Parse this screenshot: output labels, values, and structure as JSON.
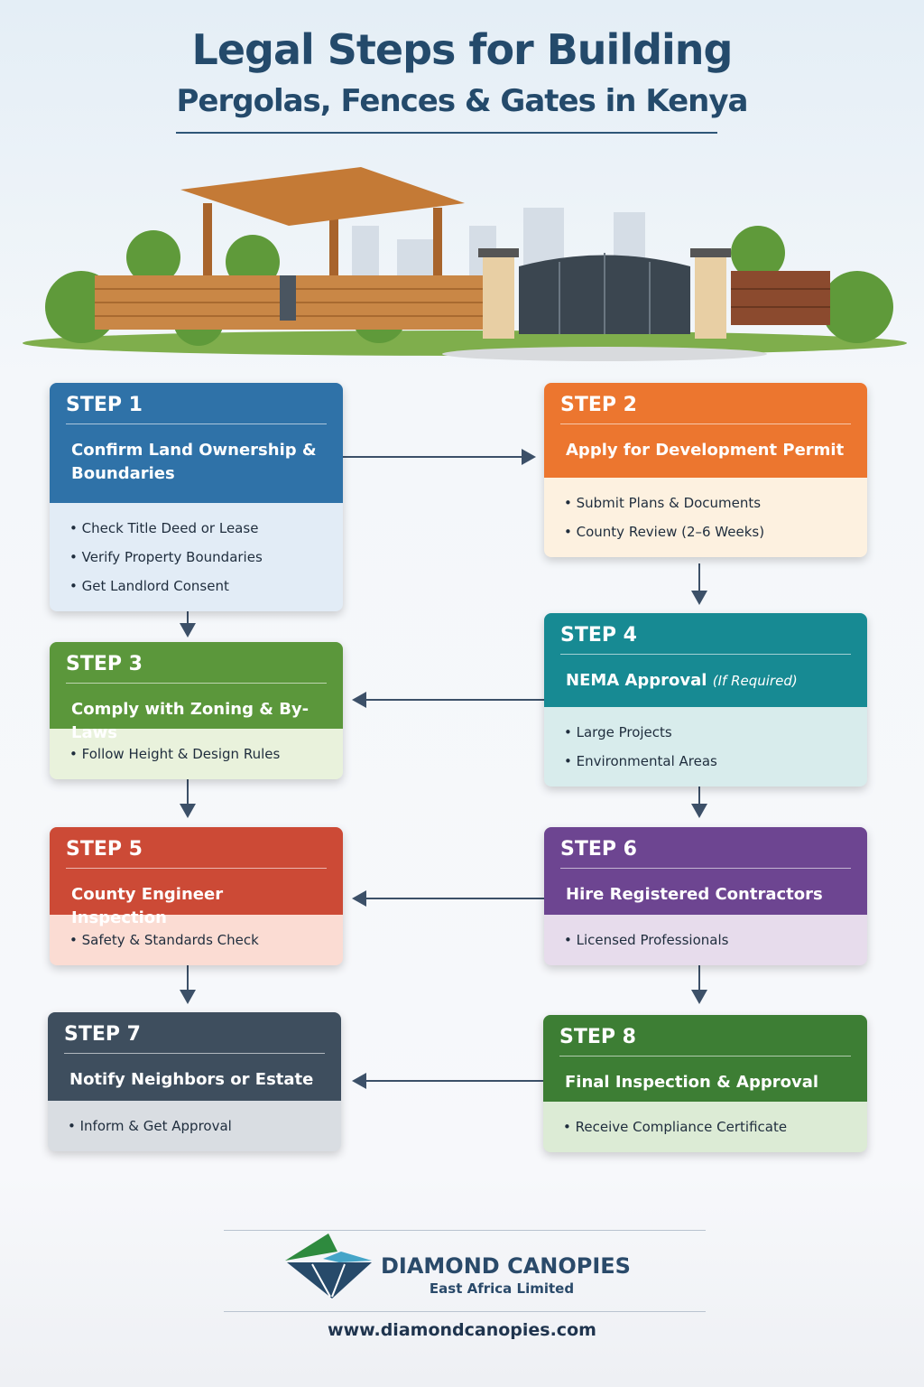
{
  "header": {
    "title_line1": "Legal Steps for Building",
    "title_line2": "Pergolas, Fences & Gates in Kenya"
  },
  "steps": [
    {
      "label": "STEP 1",
      "title": "Confirm Land Ownership & Boundaries",
      "items": [
        "Check Title Deed or Lease",
        "Verify Property Boundaries",
        "Get Landlord Consent"
      ],
      "color": "#2f72a8",
      "body_color": "#e2ecf6"
    },
    {
      "label": "STEP 2",
      "title": "Apply for Development Permit",
      "items": [
        "Submit Plans & Documents",
        "County Review (2–6 Weeks)"
      ],
      "color": "#ec762f",
      "body_color": "#fdf1e0"
    },
    {
      "label": "STEP 3",
      "title": "Comply with Zoning & By-Laws",
      "items": [
        "Follow Height & Design Rules"
      ],
      "color": "#5b973b",
      "body_color": "#e9f2dc"
    },
    {
      "label": "STEP 4",
      "title": "NEMA Approval",
      "title_note": "(If Required)",
      "items": [
        "Large Projects",
        "Environmental Areas"
      ],
      "color": "#178a93",
      "body_color": "#d8ecec"
    },
    {
      "label": "STEP 5",
      "title": "County Engineer Inspection",
      "items": [
        "Safety & Standards Check"
      ],
      "color": "#cc4a36",
      "body_color": "#fbdcd3"
    },
    {
      "label": "STEP 6",
      "title": "Hire Registered Contractors",
      "items": [
        "Licensed Professionals"
      ],
      "color": "#6d4591",
      "body_color": "#e7dcec"
    },
    {
      "label": "STEP 7",
      "title": "Notify Neighbors or Estate",
      "items": [
        "Inform & Get Approval"
      ],
      "color": "#3e4e5e",
      "body_color": "#d9dde2"
    },
    {
      "label": "STEP 8",
      "title": "Final Inspection & Approval",
      "items": [
        "Receive Compliance Certificate"
      ],
      "color": "#3d7e34",
      "body_color": "#dcebd5"
    }
  ],
  "footer": {
    "brand": "DIAMOND CANOPIES",
    "subtitle": "East Africa Limited",
    "url": "www.diamondcanopies.com"
  }
}
